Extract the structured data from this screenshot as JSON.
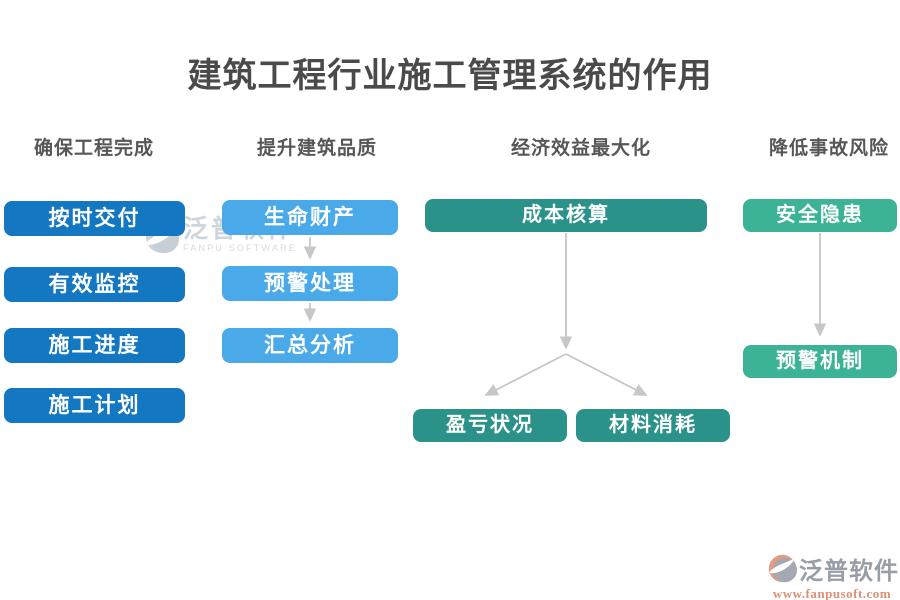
{
  "title": "建筑工程行业施工管理系统的作用",
  "colors": {
    "col1_blue": "#1377c2",
    "col2_light_blue": "#4aa9e9",
    "col3_teal": "#2b9289",
    "col4_green": "#3cb394",
    "arrow_gray": "#c7c7c7",
    "title_gray": "#4a4a4a"
  },
  "columns": [
    {
      "header": "确保工程完成",
      "items": [
        "按时交付",
        "有效监控",
        "施工进度",
        "施工计划"
      ]
    },
    {
      "header": "提升建筑品质",
      "items": [
        "生命财产",
        "预警处理",
        "汇总分析"
      ]
    },
    {
      "header": "经济效益最大化",
      "items": [
        "成本核算",
        "盈亏状况",
        "材料消耗"
      ]
    },
    {
      "header": "降低事故风险",
      "items": [
        "安全隐患",
        "预警机制"
      ]
    }
  ],
  "watermark": {
    "brand": "泛普软件",
    "subtitle": "FANPU SOFTWARE"
  },
  "footer": {
    "brand": "泛普软件",
    "website": "www.fanpusoft.com"
  }
}
